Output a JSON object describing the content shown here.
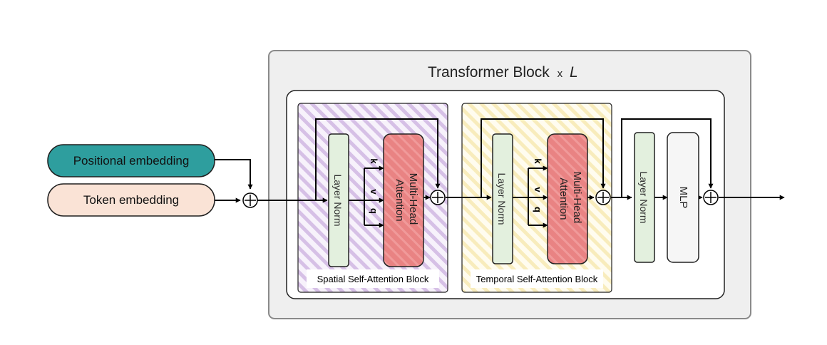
{
  "outer": {
    "title": "Transformer Block",
    "multiplier": "x",
    "repeat": "L"
  },
  "inputs": {
    "positional": "Positional embedding",
    "token": "Token embedding"
  },
  "spatial_block": {
    "caption": "Spatial Self-Attention Block",
    "layer_norm": "Layer Norm",
    "attention": [
      "Multi-Head",
      "Attention"
    ],
    "kvq": [
      "k",
      "v",
      "q"
    ]
  },
  "temporal_block": {
    "caption": "Temporal Self-Attention Block",
    "layer_norm": "Layer Norm",
    "attention": [
      "Multi-Head",
      "Attention"
    ],
    "kvq": [
      "k",
      "v",
      "q"
    ]
  },
  "mlp_block": {
    "layer_norm": "Layer Norm",
    "mlp": "MLP"
  },
  "colors": {
    "positional_fill": "#2e9e9e",
    "token_fill": "#fae3d6",
    "layer_norm_fill": "#e3f0de",
    "attention_fill": "#e98383",
    "spatial_hatch": "#d6c0e6",
    "temporal_hatch": "#f8ecbc",
    "outer_fill": "#efefef"
  }
}
